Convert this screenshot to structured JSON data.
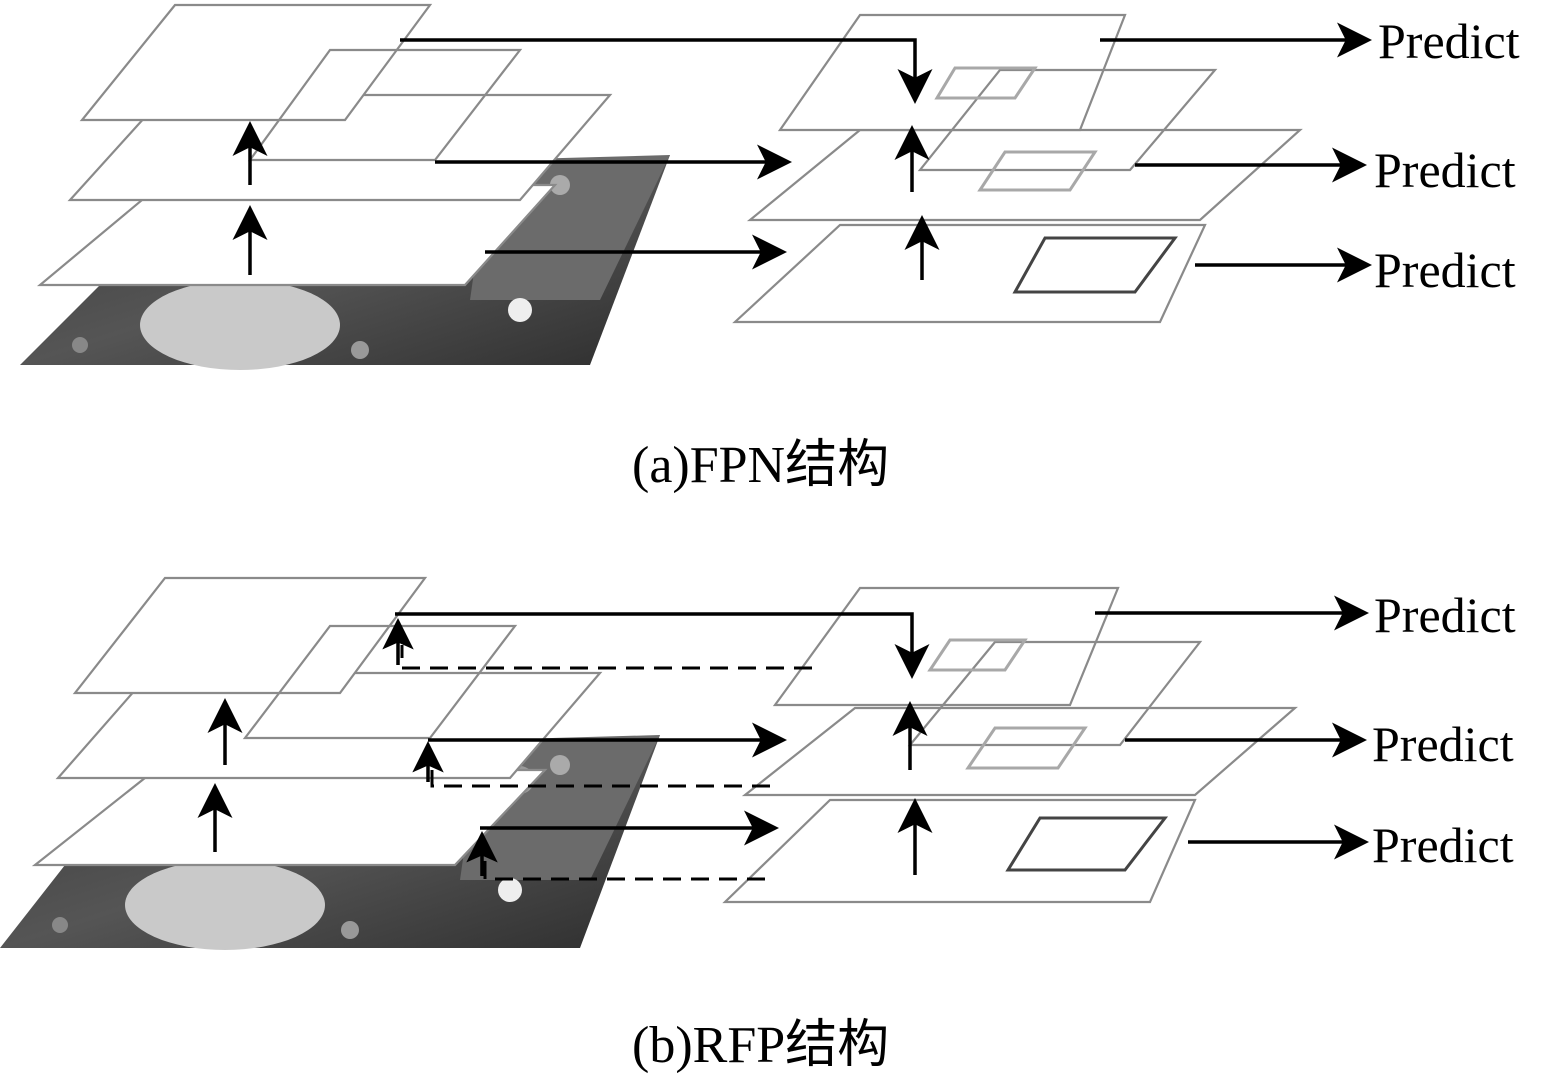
{
  "predict_label": "Predict",
  "panel_a": {
    "caption": "(a)FPN结构",
    "outputs": [
      "Predict",
      "Predict",
      "Predict"
    ]
  },
  "panel_b": {
    "caption": "(b)RFP结构",
    "outputs": [
      "Predict",
      "Predict",
      "Predict"
    ]
  }
}
